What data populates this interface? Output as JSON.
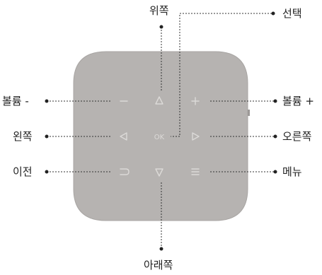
{
  "labels": {
    "up": "위쪽",
    "select": "선택",
    "volume_down": "볼륨 -",
    "volume_up": "볼륨 +",
    "left": "왼쪽",
    "right": "오른쪽",
    "back": "이전",
    "menu": "메뉴",
    "down": "아래쪽"
  },
  "ok_text": "OK",
  "icons": {
    "minus": "minus-icon",
    "up": "triangle-up-icon",
    "plus": "plus-icon",
    "left": "triangle-left-icon",
    "right": "triangle-right-icon",
    "back": "return-icon",
    "down": "triangle-down-icon",
    "menu": "hamburger-icon"
  },
  "colors": {
    "device": "#b6b3b1",
    "device_edge": "#a8a5a3",
    "icon": "#dcdad8",
    "callout": "#333333"
  }
}
